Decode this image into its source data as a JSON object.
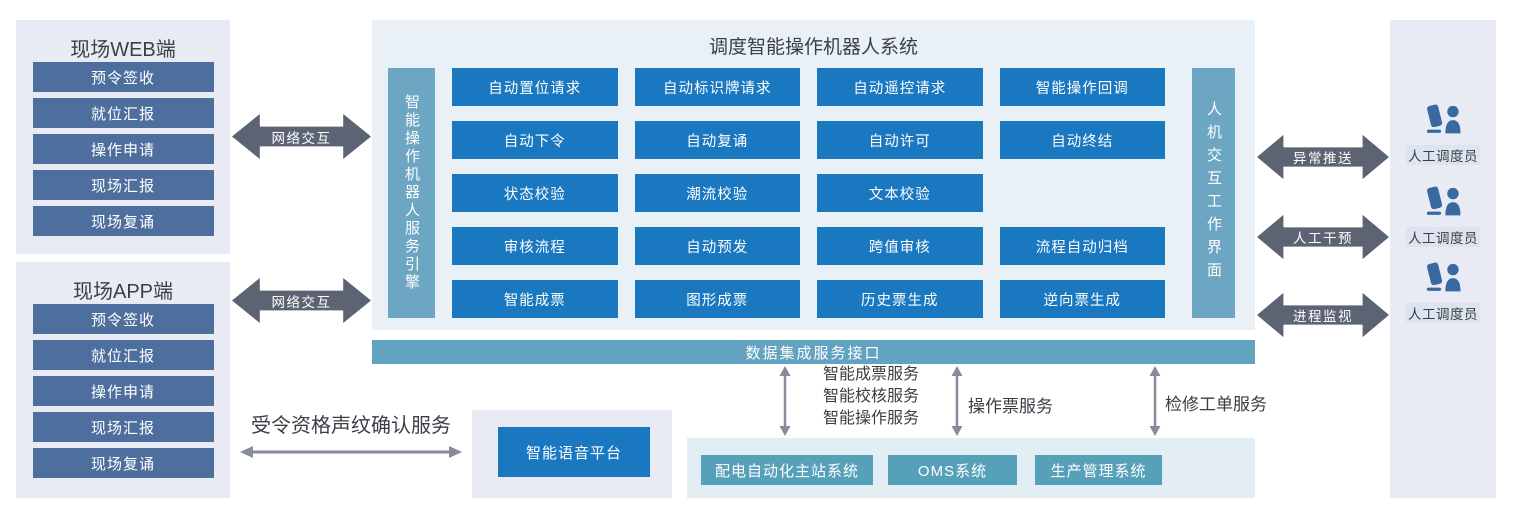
{
  "web_panel": {
    "title": "现场WEB端",
    "items": [
      "预令签收",
      "就位汇报",
      "操作申请",
      "现场汇报",
      "现场复诵"
    ]
  },
  "app_panel": {
    "title": "现场APP端",
    "items": [
      "预令签收",
      "就位汇报",
      "操作申请",
      "现场汇报",
      "现场复诵"
    ]
  },
  "network_arrows": [
    "网络交互",
    "网络交互"
  ],
  "main_system": {
    "title": "调度智能操作机器人系统",
    "left_bar": "智能操作机器人服务引擎",
    "right_bar": "人机交互工作界面",
    "grid": [
      [
        "自动置位请求",
        "自动标识牌请求",
        "自动遥控请求",
        "智能操作回调"
      ],
      [
        "自动下令",
        "自动复诵",
        "自动许可",
        "自动终结"
      ],
      [
        "状态校验",
        "潮流校验",
        "文本校验",
        null
      ],
      [
        "审核流程",
        "自动预发",
        "跨值审核",
        "流程自动归档"
      ],
      [
        "智能成票",
        "图形成票",
        "历史票生成",
        "逆向票生成"
      ]
    ]
  },
  "data_bar": {
    "label": "数据集成服务接口"
  },
  "integration_links": [
    {
      "lines": [
        "智能成票服务",
        "智能校核服务",
        "智能操作服务"
      ]
    },
    {
      "lines": [
        "操作票服务"
      ]
    },
    {
      "lines": [
        "检修工单服务"
      ]
    }
  ],
  "external_systems": {
    "items": [
      "配电自动化主站系统",
      "OMS系统",
      "生产管理系统"
    ]
  },
  "voice": {
    "service_label": "受令资格声纹确认服务",
    "platform_label": "智能语音平台"
  },
  "hmi_arrows": [
    "异常推送",
    "人工干预",
    "进程监视"
  ],
  "operators": {
    "items": [
      "人工调度员",
      "人工调度员",
      "人工调度员"
    ]
  },
  "colors": {
    "button_blue": "#1a78c0",
    "slate_blue": "#4e6f9e",
    "steel_bar": "#6ca6c3",
    "data_bar": "#63a3c2",
    "teal_box": "#57a0ba",
    "panel_lavender": "#e8ebf3",
    "panel_light_blue": "#e9f1f6",
    "panel_bottom": "#e2eef4",
    "arrow_dark": "#5c6473",
    "arrow_thin": "#868c98",
    "icon_blue": "#3a69a2",
    "text_dark": "#3a3f45"
  }
}
